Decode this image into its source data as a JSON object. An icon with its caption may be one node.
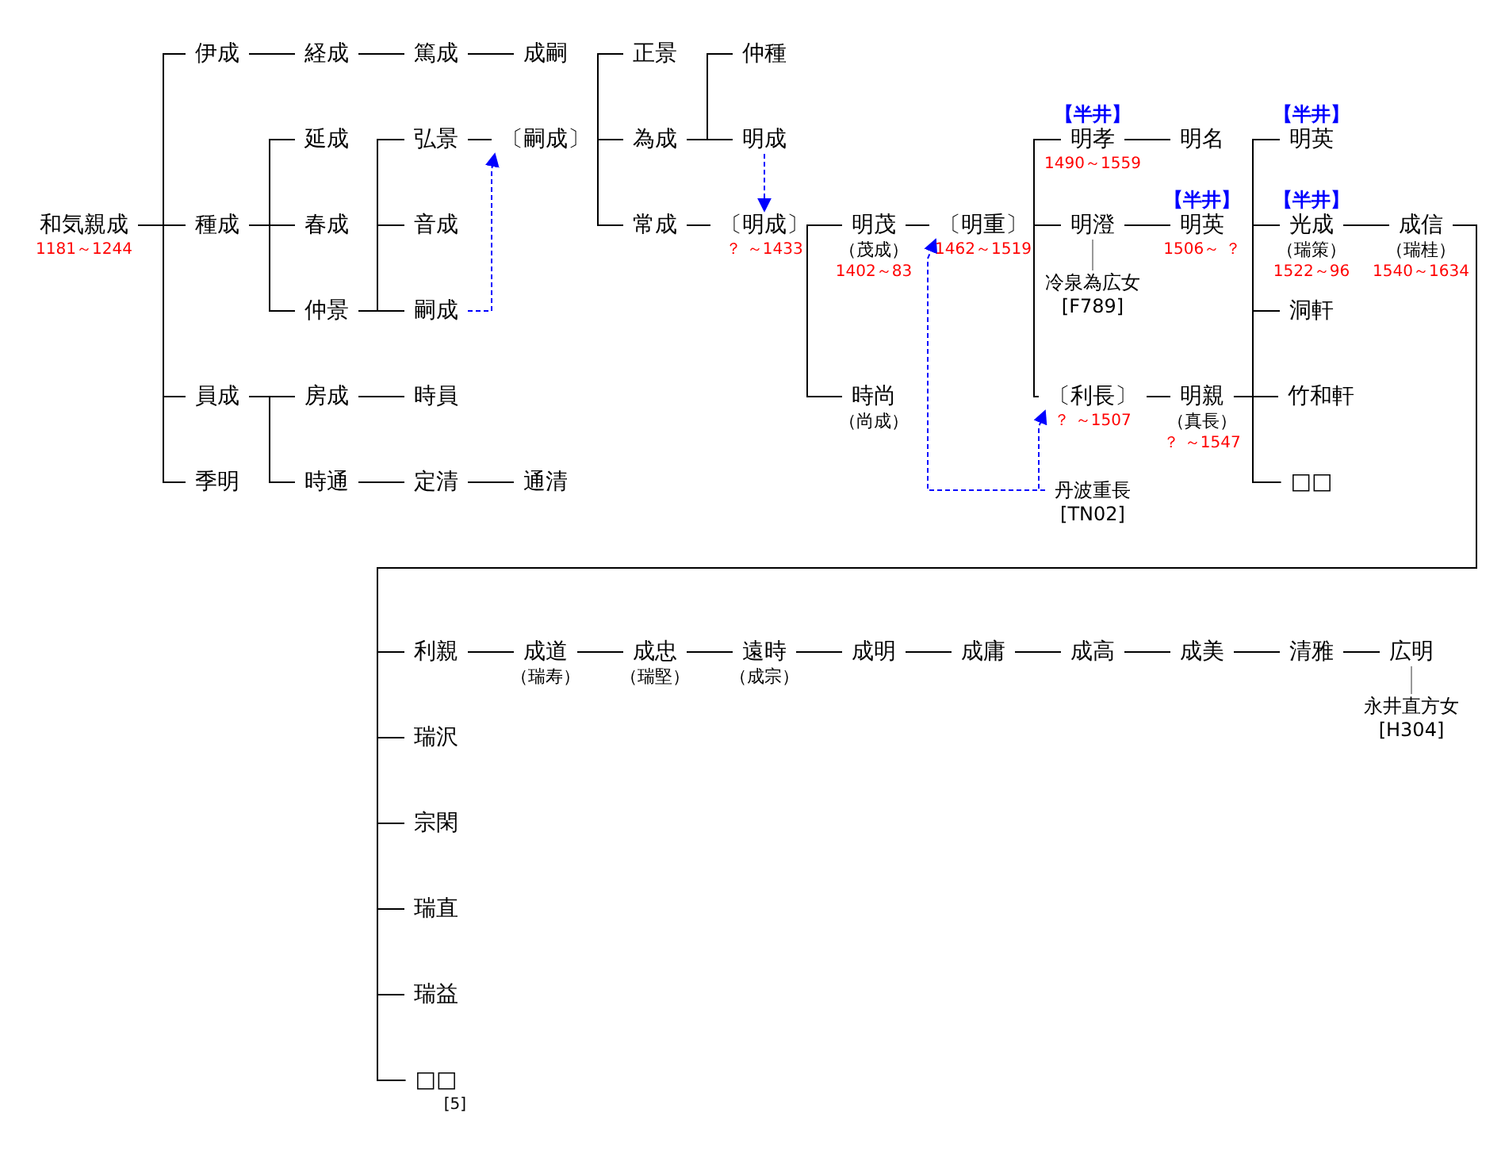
{
  "diagram": {
    "nodes": [
      {
        "text": [
          "和気親成"
        ],
        "beside": [
          "1181～1244"
        ]
      },
      {
        "text": [
          "伊成"
        ]
      },
      {
        "text": [
          "種成"
        ]
      },
      {
        "text": [
          "員成"
        ]
      },
      {
        "text": [
          "季明"
        ]
      },
      {
        "text": [
          "経成"
        ]
      },
      {
        "text": [
          "延成"
        ]
      },
      {
        "text": [
          "春成"
        ]
      },
      {
        "text": [
          "仲景"
        ]
      },
      {
        "text": [
          "篤成"
        ]
      },
      {
        "text": [
          "弘景"
        ]
      },
      {
        "text": [
          "音成"
        ]
      },
      {
        "text": [
          "嗣成"
        ]
      },
      {
        "text": [
          "房成"
        ]
      },
      {
        "text": [
          "時員"
        ]
      },
      {
        "text": [
          "時通"
        ]
      },
      {
        "text": [
          "定清"
        ]
      },
      {
        "text": [
          "通清"
        ]
      },
      {
        "text": [
          "成嗣"
        ]
      },
      {
        "text": [
          "〔嗣成〕"
        ]
      },
      {
        "text": [
          "正景"
        ]
      },
      {
        "text": [
          "為成"
        ]
      },
      {
        "text": [
          "常成"
        ]
      },
      {
        "text": [
          "仲種"
        ]
      },
      {
        "text": [
          "明成"
        ]
      },
      {
        "text": [
          "〔明成〕"
        ],
        "beside": [
          "？ ～1433"
        ]
      },
      {
        "text": [
          "明茂"
        ],
        "beside": [
          "（茂成）",
          "1402～83"
        ]
      },
      {
        "text": [
          "時尚"
        ],
        "beside": [
          "（尚成）"
        ]
      },
      {
        "text": [
          "〔明重〕"
        ],
        "beside": [
          "1462～1519"
        ]
      },
      {
        "text": [
          "明孝"
        ],
        "beside": [
          "【半井】",
          "1490～1559"
        ]
      },
      {
        "text": [
          "明澄"
        ]
      },
      {
        "text": [
          "冷泉為広女",
          "[F789]"
        ]
      },
      {
        "text": [
          "〔利長〕"
        ],
        "beside": [
          "？ ～1507"
        ]
      },
      {
        "text": [
          "丹波重長",
          "[TN02]"
        ]
      },
      {
        "text": [
          "明名"
        ]
      },
      {
        "text": [
          "明英"
        ],
        "beside": [
          "【半井】",
          "1506～ ？"
        ]
      },
      {
        "text": [
          "明親"
        ],
        "beside": [
          "（真長）",
          "？ ～1547"
        ]
      },
      {
        "text": [
          "明英"
        ],
        "beside": [
          "【半井】"
        ]
      },
      {
        "text": [
          "光成"
        ],
        "beside": [
          "【半井】",
          "（瑞策）",
          "1522～96"
        ]
      },
      {
        "text": [
          "洞軒"
        ]
      },
      {
        "text": [
          "竹和軒"
        ]
      },
      {
        "text": [
          "□□"
        ]
      },
      {
        "text": [
          "成信"
        ],
        "beside": [
          "（瑞桂）",
          "1540～1634"
        ]
      },
      {
        "text": [
          "利親"
        ]
      },
      {
        "text": [
          "成道"
        ],
        "beside": [
          "（瑞寿）"
        ]
      },
      {
        "text": [
          "成忠"
        ],
        "beside": [
          "（瑞堅）"
        ]
      },
      {
        "text": [
          "遠時"
        ],
        "beside": [
          "（成宗）"
        ]
      },
      {
        "text": [
          "成明"
        ]
      },
      {
        "text": [
          "成庸"
        ]
      },
      {
        "text": [
          "成高"
        ]
      },
      {
        "text": [
          "成美"
        ]
      },
      {
        "text": [
          "清雅"
        ]
      },
      {
        "text": [
          "広明"
        ]
      },
      {
        "text": [
          "永井直方女",
          "[H304]"
        ]
      },
      {
        "text": [
          "瑞沢"
        ]
      },
      {
        "text": [
          "宗閑"
        ]
      },
      {
        "text": [
          "瑞直"
        ]
      },
      {
        "text": [
          "瑞益"
        ]
      },
      {
        "text": [
          "□□"
        ],
        "beside": [
          "[5]"
        ]
      }
    ],
    "edges": [
      {
        "from": 0,
        "to": 1,
        "arrow": "none"
      },
      {
        "from": 0,
        "to": 2,
        "arrow": "none"
      },
      {
        "from": 0,
        "to": 3,
        "arrow": "none"
      },
      {
        "from": 0,
        "to": 4,
        "arrow": "none"
      },
      {
        "from": 1,
        "to": 5,
        "arrow": "none"
      },
      {
        "from": 5,
        "to": 9,
        "arrow": "none"
      },
      {
        "from": 9,
        "to": 18,
        "arrow": "none"
      },
      {
        "from": 2,
        "to": 6,
        "arrow": "none"
      },
      {
        "from": 2,
        "to": 7,
        "arrow": "none"
      },
      {
        "from": 2,
        "to": 8,
        "arrow": "none"
      },
      {
        "from": 8,
        "to": 10,
        "arrow": "none"
      },
      {
        "from": 8,
        "to": 11,
        "arrow": "none"
      },
      {
        "from": 8,
        "to": 12,
        "arrow": "none"
      },
      {
        "from": 10,
        "to": 19,
        "arrow": "none"
      },
      {
        "from": 12,
        "to": 19,
        "arrow": "to",
        "style": "dashed",
        "color": "#0000ff"
      },
      {
        "from": 3,
        "to": 13,
        "arrow": "none"
      },
      {
        "from": 3,
        "to": 15,
        "arrow": "none"
      },
      {
        "from": 13,
        "to": 14,
        "arrow": "none"
      },
      {
        "from": 15,
        "to": 16,
        "arrow": "none"
      },
      {
        "from": 16,
        "to": 17,
        "arrow": "none"
      },
      {
        "from": 19,
        "to": 20,
        "arrow": "none"
      },
      {
        "from": 19,
        "to": 21,
        "arrow": "none"
      },
      {
        "from": 19,
        "to": 22,
        "arrow": "none"
      },
      {
        "from": 21,
        "to": 23,
        "arrow": "none"
      },
      {
        "from": 21,
        "to": 24,
        "arrow": "none"
      },
      {
        "from": 24,
        "to": 25,
        "arrow": "to",
        "style": "dashed",
        "color": "#0000ff"
      },
      {
        "from": 22,
        "to": 25,
        "arrow": "none"
      },
      {
        "from": 25,
        "to": 26,
        "arrow": "none"
      },
      {
        "from": 25,
        "to": 27,
        "arrow": "none"
      },
      {
        "from": 26,
        "to": 28,
        "arrow": "none"
      },
      {
        "from": 33,
        "to": 28,
        "arrow": "to",
        "style": "dashed",
        "color": "#0000ff"
      },
      {
        "from": 33,
        "to": 32,
        "arrow": "to",
        "style": "dashed",
        "color": "#0000ff"
      },
      {
        "from": 28,
        "to": 29,
        "arrow": "none"
      },
      {
        "from": 28,
        "to": 30,
        "arrow": "none"
      },
      {
        "from": 28,
        "to": 32,
        "arrow": "none"
      },
      {
        "from": 29,
        "to": 34,
        "arrow": "none"
      },
      {
        "from": 30,
        "to": 35,
        "arrow": "none"
      },
      {
        "from": 30,
        "to": 31,
        "arrow": "none",
        "color": "#999999"
      },
      {
        "from": 32,
        "to": 36,
        "arrow": "none"
      },
      {
        "from": 36,
        "to": 37,
        "arrow": "none"
      },
      {
        "from": 36,
        "to": 38,
        "arrow": "none"
      },
      {
        "from": 36,
        "to": 39,
        "arrow": "none"
      },
      {
        "from": 36,
        "to": 40,
        "arrow": "none"
      },
      {
        "from": 36,
        "to": 41,
        "arrow": "none"
      },
      {
        "from": 38,
        "to": 42,
        "arrow": "none"
      },
      {
        "from": 42,
        "to": 43,
        "arrow": "none"
      },
      {
        "from": 42,
        "to": 54,
        "arrow": "none"
      },
      {
        "from": 42,
        "to": 55,
        "arrow": "none"
      },
      {
        "from": 42,
        "to": 56,
        "arrow": "none"
      },
      {
        "from": 42,
        "to": 57,
        "arrow": "none"
      },
      {
        "from": 42,
        "to": 58,
        "arrow": "none"
      },
      {
        "from": 43,
        "to": 44,
        "arrow": "none"
      },
      {
        "from": 44,
        "to": 45,
        "arrow": "none"
      },
      {
        "from": 45,
        "to": 46,
        "arrow": "none"
      },
      {
        "from": 46,
        "to": 47,
        "arrow": "none"
      },
      {
        "from": 47,
        "to": 48,
        "arrow": "none"
      },
      {
        "from": 48,
        "to": 49,
        "arrow": "none"
      },
      {
        "from": 49,
        "to": 50,
        "arrow": "none"
      },
      {
        "from": 50,
        "to": 51,
        "arrow": "none"
      },
      {
        "from": 51,
        "to": 52,
        "arrow": "none"
      },
      {
        "from": 52,
        "to": 53,
        "arrow": "none",
        "color": "#999999"
      }
    ]
  }
}
